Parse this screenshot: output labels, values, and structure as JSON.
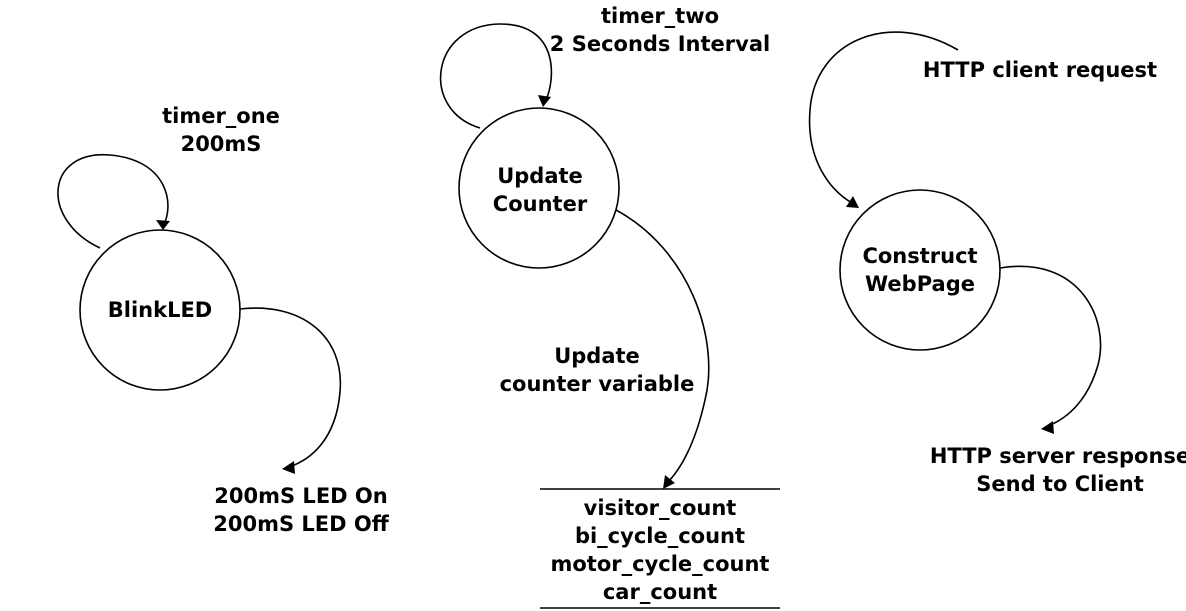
{
  "processes": {
    "blink": {
      "label": "BlinkLED"
    },
    "update": {
      "line1": "Update",
      "line2": "Counter"
    },
    "construct": {
      "line1": "Construct",
      "line2": "WebPage"
    }
  },
  "flows": {
    "timer_one": {
      "line1": "timer_one",
      "line2": "200mS"
    },
    "timer_two": {
      "line1": "timer_two",
      "line2": "2 Seconds Interval"
    },
    "http_request": {
      "line1": "HTTP client request"
    },
    "led_output": {
      "line1": "200mS LED On",
      "line2": "200mS LED Off"
    },
    "update_variable": {
      "line1": "Update",
      "line2": "counter variable"
    },
    "http_response": {
      "line1": "HTTP server response",
      "line2": "Send to Client"
    }
  },
  "data_store": {
    "items": [
      "visitor_count",
      "bi_cycle_count",
      "motor_cycle_count",
      "car_count"
    ]
  }
}
